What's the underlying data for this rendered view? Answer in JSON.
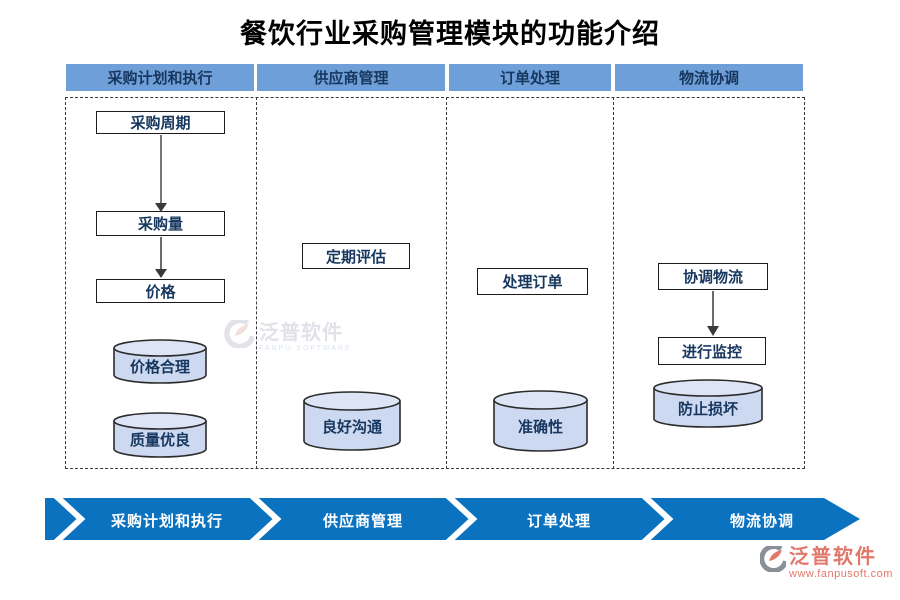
{
  "title": "餐饮行业采购管理模块的功能介绍",
  "colors": {
    "column_header_bg": "#6F9FD8",
    "diagram_text": "#17375E",
    "cylinder_fill": "#CDD9F1",
    "process_arrow_bg": "#0B72C0",
    "brand_accent": "#E0796C"
  },
  "columns": [
    {
      "header": "采购计划和执行",
      "boxes": [
        "采购周期",
        "采购量",
        "价格"
      ],
      "cylinders": [
        "价格合理",
        "质量优良"
      ]
    },
    {
      "header": "供应商管理",
      "boxes": [
        "定期评估"
      ],
      "cylinders": [
        "良好沟通"
      ]
    },
    {
      "header": "订单处理",
      "boxes": [
        "处理订单"
      ],
      "cylinders": [
        "准确性"
      ]
    },
    {
      "header": "物流协调",
      "boxes": [
        "协调物流",
        "进行监控"
      ],
      "cylinders": [
        "防止损坏"
      ]
    }
  ],
  "process_arrow": {
    "steps": [
      "采购计划和执行",
      "供应商管理",
      "订单处理",
      "物流协调"
    ]
  },
  "watermark": {
    "name": "泛普软件",
    "subtitle": "FANPU SOFTWARE"
  },
  "brand": {
    "name": "泛普软件",
    "url_text": "www.fanpusoft.com"
  }
}
